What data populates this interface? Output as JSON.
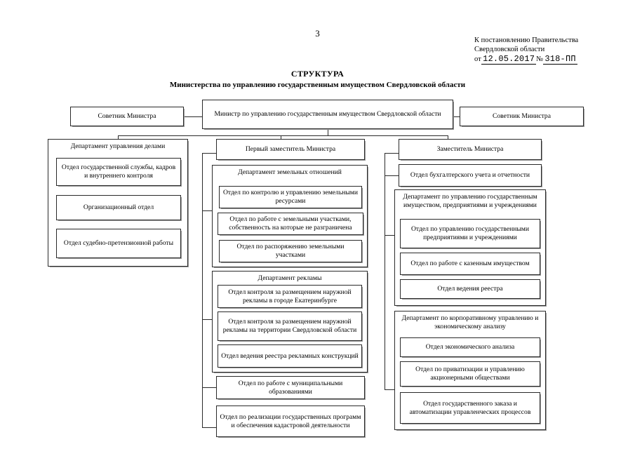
{
  "header": {
    "page_number": "3",
    "stamp_line1": "К постановлению Правительства",
    "stamp_line2": "Свердловской области",
    "stamp_prefix_ot": "от",
    "stamp_date": "12.05.2017",
    "stamp_number_label": "№",
    "stamp_number": "318-ПП"
  },
  "title": {
    "main": "СТРУКТУРА",
    "sub": "Министерства по управлению государственным имуществом Свердловской области"
  },
  "top": {
    "minister": "Министр по управлению государственным имуществом Свердловской области",
    "advisor_left": "Советник Министра",
    "advisor_right": "Советник Министра"
  },
  "columns": {
    "left": {
      "header": "Департамент управления делами",
      "items": [
        "Отдел государственной службы, кадров и внутреннего контроля",
        "Организационный отдел",
        "Отдел судебно-претензионной работы"
      ]
    },
    "center": {
      "header": "Первый заместитель Министра",
      "dept_land": {
        "title": "Департамент земельных отношений",
        "items": [
          "Отдел по контролю и управлению земельными ресурсами",
          "Отдел по работе с земельными участками, собственность на которые не разграничена",
          "Отдел по распоряжению земельными участками"
        ]
      },
      "dept_ads": {
        "title": "Департамент рекламы",
        "items": [
          "Отдел контроля за размещением наружной рекламы в городе Екатеринбурге",
          "Отдел контроля за размещением наружной рекламы на территории Свердловской области",
          "Отдел ведения реестра рекламных конструкций"
        ]
      },
      "standalone": [
        "Отдел по работе с муниципальными образованиями",
        "Отдел по реализации государственных программ и обеспечения кадастровой деятельности"
      ]
    },
    "right": {
      "header": "Заместитель Министра",
      "standalone_top": "Отдел бухгалтерского учета и отчетности",
      "dept_property": {
        "title": "Департамент по управлению государственным имуществом, предприятиями и учреждениями",
        "items": [
          "Отдел по управлению государственными предприятиями и учреждениями",
          "Отдел по работе с казенным имуществом",
          "Отдел ведения реестра"
        ]
      },
      "dept_corp": {
        "title": "Департамент по корпоративному управлению и экономическому анализу",
        "items": [
          "Отдел экономического анализа",
          "Отдел по приватизации и управлению акционерными обществами",
          "Отдел государственного заказа и автоматизации управленческих процессов"
        ]
      }
    }
  }
}
